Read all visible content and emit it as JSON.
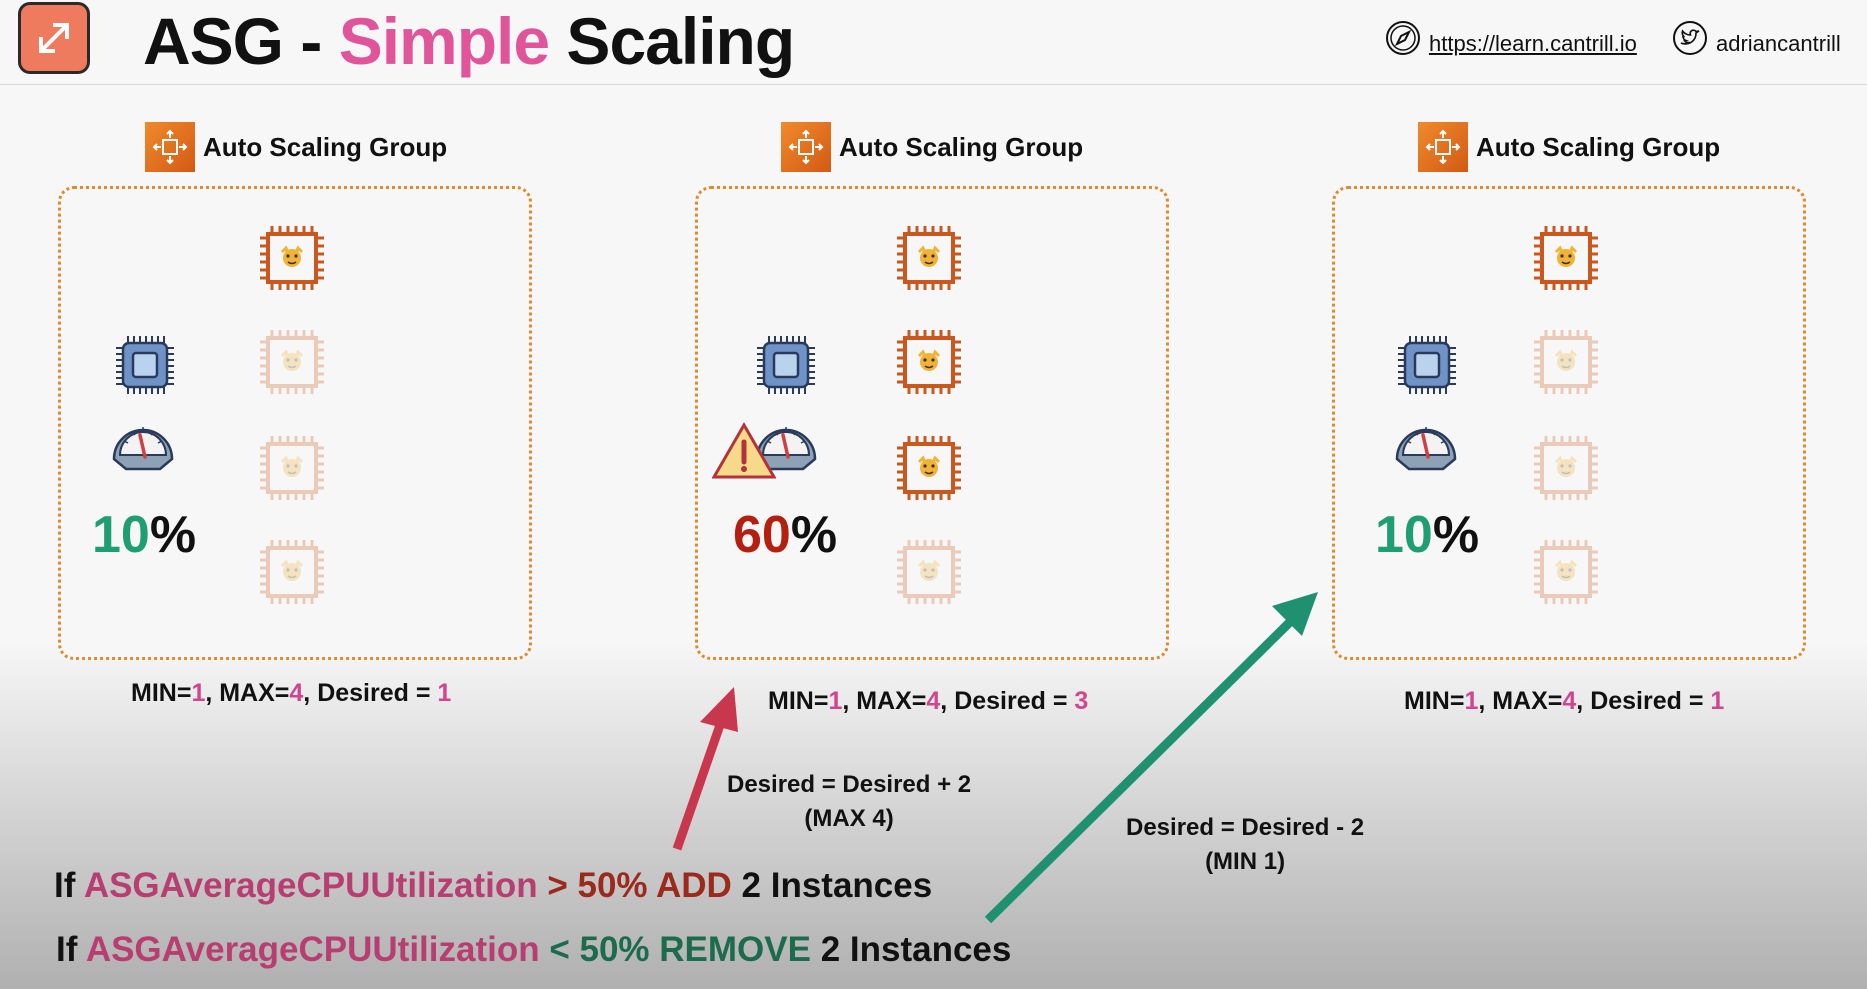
{
  "header": {
    "title_prefix": "ASG - ",
    "title_highlight": "Simple",
    "title_suffix": " Scaling",
    "link_url": "https://learn.cantrill.io",
    "twitter_handle": "adriancantrill",
    "logo_icon": "resize-arrows-icon",
    "accent_color": "#e0559a"
  },
  "groups": [
    {
      "label": "Auto Scaling Group",
      "cpu_value": "10",
      "percent_sign": "%",
      "cpu_color": "#1f9e73",
      "warning": false,
      "active_instances": 1,
      "total_slots": 4,
      "caption": {
        "min_label": "MIN=",
        "min": "1",
        "max_label": ", MAX=",
        "max": "4",
        "desired_label": ", Desired = ",
        "desired": "1"
      }
    },
    {
      "label": "Auto Scaling Group",
      "cpu_value": "60",
      "percent_sign": "%",
      "cpu_color": "#b3200f",
      "warning": true,
      "active_instances": 3,
      "total_slots": 4,
      "caption": {
        "min_label": "MIN=",
        "min": "1",
        "max_label": ", MAX=",
        "max": "4",
        "desired_label": ", Desired = ",
        "desired": "3"
      }
    },
    {
      "label": "Auto Scaling Group",
      "cpu_value": "10",
      "percent_sign": "%",
      "cpu_color": "#1f9e73",
      "warning": false,
      "active_instances": 1,
      "total_slots": 4,
      "caption": {
        "min_label": "MIN=",
        "min": "1",
        "max_label": ", MAX=",
        "max": "4",
        "desired_label": ", Desired = ",
        "desired": "1"
      }
    }
  ],
  "arrows": {
    "scale_out": {
      "line1": "Desired = Desired + 2",
      "line2": "(MAX 4)",
      "color": "#c8374d"
    },
    "scale_in": {
      "line1": "Desired = Desired - 2",
      "line2": "(MIN 1)",
      "color": "#1f9070"
    }
  },
  "rules": [
    {
      "if": "If ",
      "metric": "ASGAverageCPUUtilization",
      "condition": " > 50% ADD",
      "rest": " 2 Instances"
    },
    {
      "if": "If ",
      "metric": "ASGAverageCPUUtilization",
      "condition": " < 50% REMOVE",
      "rest": " 2 Instances"
    }
  ]
}
